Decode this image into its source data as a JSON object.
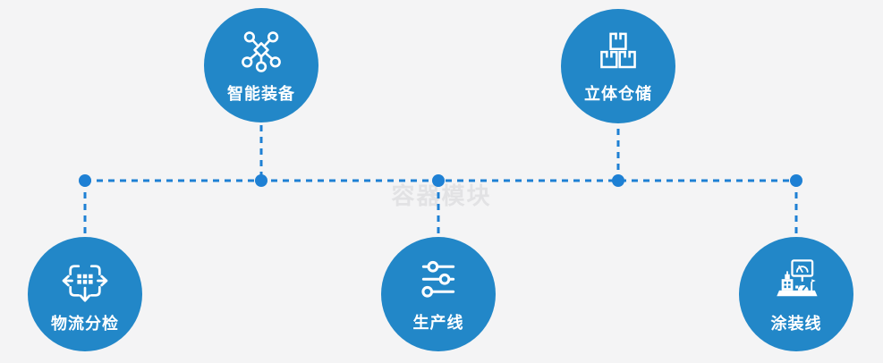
{
  "watermark": {
    "text": "容器模块"
  },
  "colors": {
    "node_fill": "#2287c8",
    "connector": "#1e80d4",
    "background": "#f4f4f5",
    "label_text": "#ffffff",
    "watermark_text": "#e2e2e4"
  },
  "nodes": [
    {
      "label": "智能装备",
      "icon": "network-nodes-icon"
    },
    {
      "label": "立体仓储",
      "icon": "stacked-boxes-icon"
    },
    {
      "label": "物流分检",
      "icon": "sorting-crossroads-icon"
    },
    {
      "label": "生产线",
      "icon": "sliders-icon"
    },
    {
      "label": "涂装线",
      "icon": "control-station-icon"
    }
  ]
}
